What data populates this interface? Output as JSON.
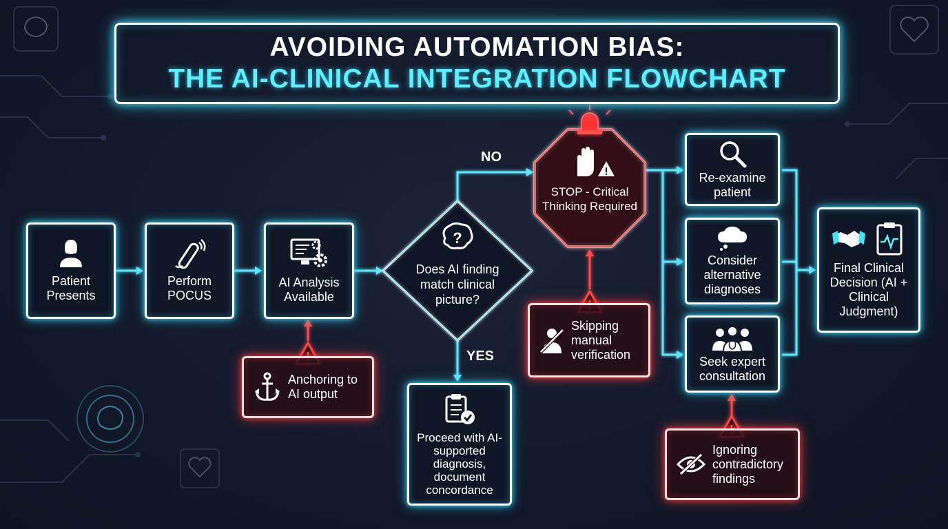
{
  "title": {
    "line1": "AVOIDING AUTOMATION BIAS:",
    "line2": "THE AI-CLINICAL INTEGRATION FLOWCHART"
  },
  "nodes": {
    "patient": "Patient Presents",
    "pocus": "Perform POCUS",
    "ai_analysis": "AI Analysis Available",
    "decision": "Does AI finding match clinical picture?",
    "stop": "STOP - Critical Thinking Required",
    "proceed": "Proceed with AI-supported diagnosis, document concordance",
    "reexamine": "Re-examine patient",
    "consider": "Consider alternative diagnoses",
    "seek": "Seek expert consultation",
    "final": "Final Clinical Decision (AI + Clinical Judgment)"
  },
  "warnings": {
    "anchoring": "Anchoring to AI output",
    "skipping": "Skipping manual verification",
    "ignoring": "Ignoring contradictory findings"
  },
  "labels": {
    "no": "NO",
    "yes": "YES"
  },
  "colors": {
    "cyan": "#35d8ff",
    "red": "#ff3b3b",
    "title_accent": "#5ff0ff"
  },
  "icons": [
    "patient-icon",
    "ultrasound-probe-icon",
    "computer-gear-icon",
    "brain-question-icon",
    "stop-hand-icon",
    "alarm-siren-icon",
    "clipboard-check-icon",
    "magnifier-icon",
    "thought-cloud-icon",
    "medical-team-icon",
    "handshake-icon",
    "clipboard-heartbeat-icon",
    "warning-triangle-icon",
    "anchor-icon",
    "crossed-person-icon",
    "crossed-eye-icon"
  ]
}
